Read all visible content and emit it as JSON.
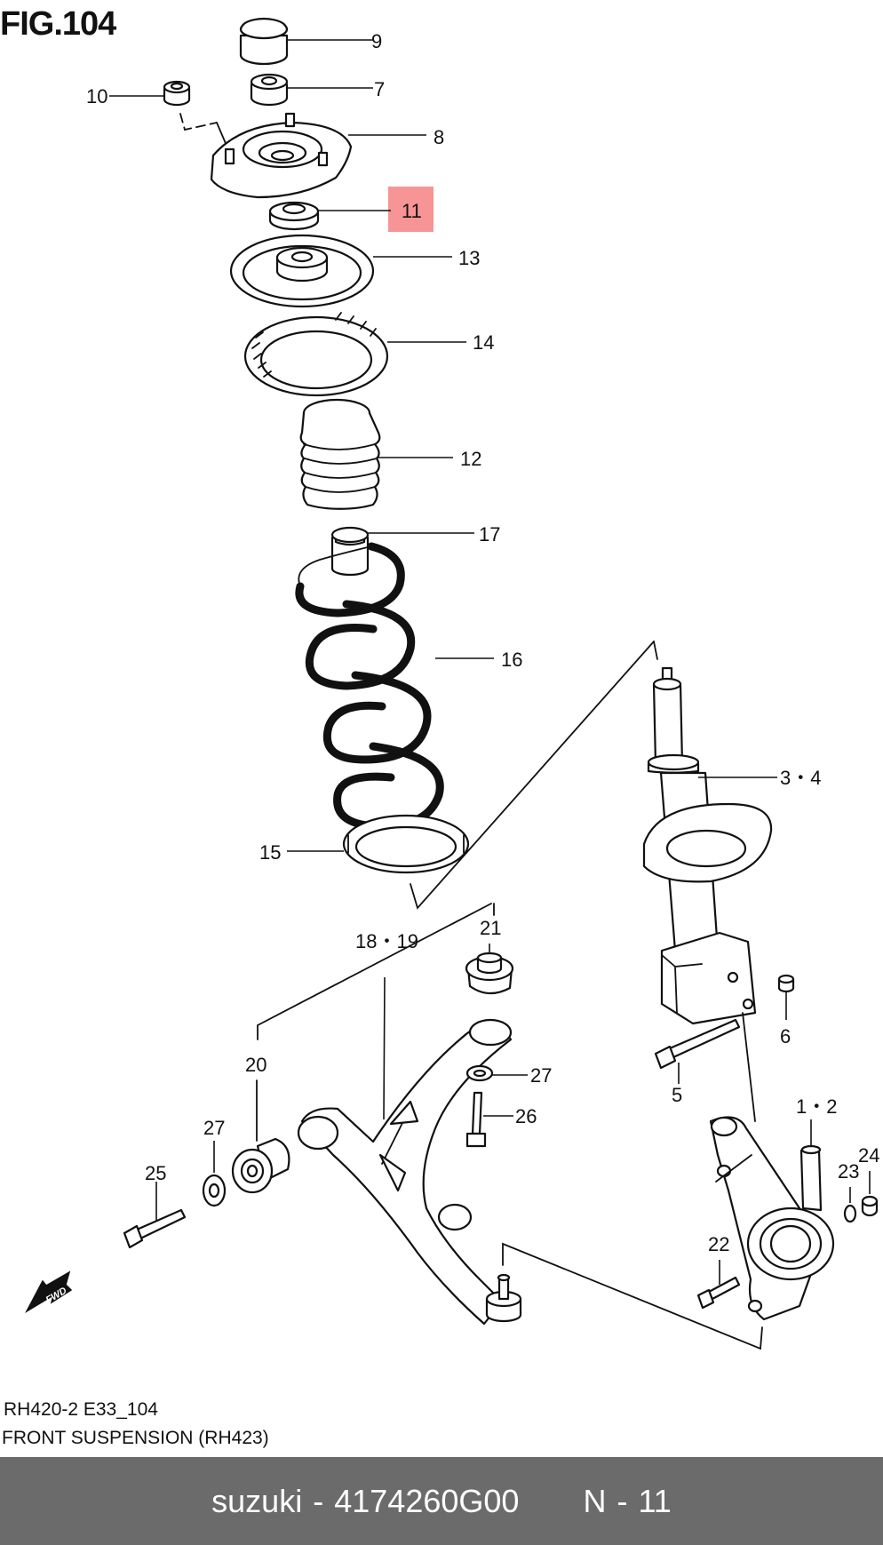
{
  "figure": {
    "title": "FIG.104"
  },
  "callouts": [
    "9",
    "7",
    "10",
    "8",
    "11",
    "13",
    "14",
    "12",
    "17",
    "16",
    "3・4",
    "15",
    "18・19",
    "21",
    "6",
    "20",
    "27",
    "5",
    "27",
    "26",
    "1・2",
    "24",
    "25",
    "23",
    "22"
  ],
  "fwd_label": "FWD",
  "highlight": {
    "part": "11",
    "color": "#f79496"
  },
  "reference": {
    "code": "RH420-2 E33_104",
    "description": "FRONT SUSPENSION (RH423)"
  },
  "footer": {
    "brand": "suzuki",
    "separator": "-",
    "part_number": "4174260G00",
    "page": "N - 11",
    "background": "#6b6b6b"
  }
}
